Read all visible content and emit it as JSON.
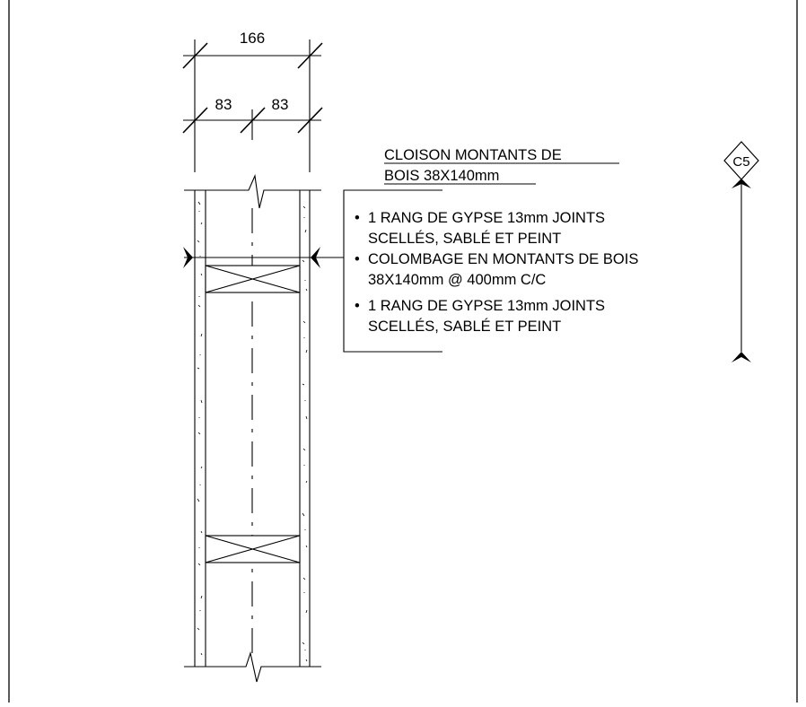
{
  "dimensions": {
    "overall": "166",
    "left": "83",
    "right": "83"
  },
  "title": {
    "line1": "CLOISON MONTANTS DE",
    "line2": "BOIS 38X140mm"
  },
  "notes": [
    {
      "bullet": "•",
      "lines": [
        "1 RANG DE GYPSE 13mm JOINTS",
        "SCELLÉS, SABLÉ ET PEINT"
      ]
    },
    {
      "bullet": "•",
      "lines": [
        "COLOMBAGE EN MONTANTS DE BOIS",
        "38X140mm @ 400mm C/C"
      ]
    },
    {
      "bullet": "•",
      "lines": [
        "1 RANG DE GYPSE 13mm JOINTS",
        "SCELLÉS, SABLÉ ET PEINT"
      ]
    }
  ],
  "section_tag": "C5"
}
